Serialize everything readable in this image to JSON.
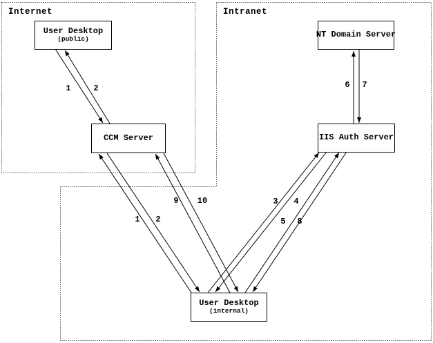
{
  "regions": {
    "internet": {
      "label": "Internet"
    },
    "intranet": {
      "label": "Intranet"
    }
  },
  "nodes": {
    "user_desktop_public": {
      "title": "User Desktop",
      "subtitle": "(public)"
    },
    "ccm_server": {
      "title": "CCM Server"
    },
    "nt_domain_server": {
      "title": "NT Domain Server"
    },
    "iis_auth_server": {
      "title": "IIS Auth Server"
    },
    "user_desktop_internal": {
      "title": "User Desktop",
      "subtitle": "(internal)"
    }
  },
  "flow_labels": {
    "step1_public": "1",
    "step2_public": "2",
    "step1_internal": "1",
    "step2_internal": "2",
    "step3": "3",
    "step4": "4",
    "step5": "5",
    "step6": "6",
    "step7": "7",
    "step8": "8",
    "step9": "9",
    "step10": "10"
  },
  "connections": [
    {
      "step": "1",
      "from": "User Desktop (public)",
      "to": "CCM Server"
    },
    {
      "step": "2",
      "from": "CCM Server",
      "to": "User Desktop (public)"
    },
    {
      "step": "1",
      "from": "User Desktop (internal)",
      "to": "CCM Server"
    },
    {
      "step": "2",
      "from": "CCM Server",
      "to": "User Desktop (internal)"
    },
    {
      "step": "3",
      "from": "User Desktop (internal)",
      "to": "IIS Auth Server"
    },
    {
      "step": "4",
      "from": "IIS Auth Server",
      "to": "User Desktop (internal)"
    },
    {
      "step": "5",
      "from": "User Desktop (internal)",
      "to": "IIS Auth Server"
    },
    {
      "step": "6",
      "from": "IIS Auth Server",
      "to": "NT Domain Server"
    },
    {
      "step": "7",
      "from": "NT Domain Server",
      "to": "IIS Auth Server"
    },
    {
      "step": "8",
      "from": "IIS Auth Server",
      "to": "User Desktop (internal)"
    },
    {
      "step": "9",
      "from": "User Desktop (internal)",
      "to": "CCM Server"
    },
    {
      "step": "10",
      "from": "CCM Server",
      "to": "User Desktop (internal)"
    }
  ],
  "colors": {
    "line": "#000000",
    "background": "#ffffff"
  }
}
